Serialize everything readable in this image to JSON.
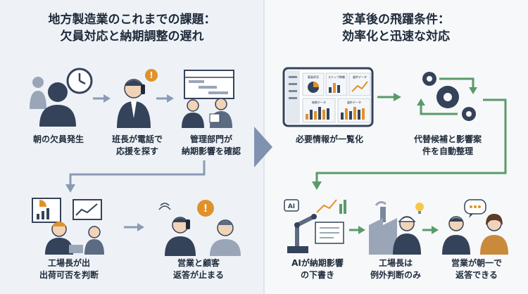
{
  "left": {
    "title_line1": "地方製造業のこれまでの課題：",
    "title_line2": "欠員対応と納期調整の遅れ",
    "steps": [
      {
        "line1": "朝の欠員発生",
        "line2": ""
      },
      {
        "line1": "班長が電話で",
        "line2": "応援を探す"
      },
      {
        "line1": "管理部門が",
        "line2": "納期影響を確認"
      },
      {
        "line1": "工場長が出",
        "line2": "出荷可否を判断"
      },
      {
        "line1": "営業と顧客",
        "line2": "返答が止まる"
      }
    ]
  },
  "right": {
    "title_line1": "変革後の飛躍条件：",
    "title_line2": "効率化と迅速な対応",
    "steps": [
      {
        "line1": "必要情報が一覧化",
        "line2": ""
      },
      {
        "line1": "代替候補と影響案",
        "line2": "件を自動整理"
      },
      {
        "line1": "AIが納期影響",
        "line2": "の下書き"
      },
      {
        "line1": "工場長は",
        "line2": "例外判断のみ"
      },
      {
        "line1": "営業が朝一で",
        "line2": "返答できる"
      }
    ],
    "dashboard_cards": [
      "要員状況",
      "ステップ稼働",
      "進捗データ",
      "納期データ",
      "進捗データ"
    ],
    "ai_badge": "AI"
  },
  "colors": {
    "navy": "#34435a",
    "left_arrow": "#8a9bb5",
    "right_arrow": "#5a9a6a",
    "accent_orange": "#e0922a",
    "divider_chevron": "#7f93b0"
  }
}
